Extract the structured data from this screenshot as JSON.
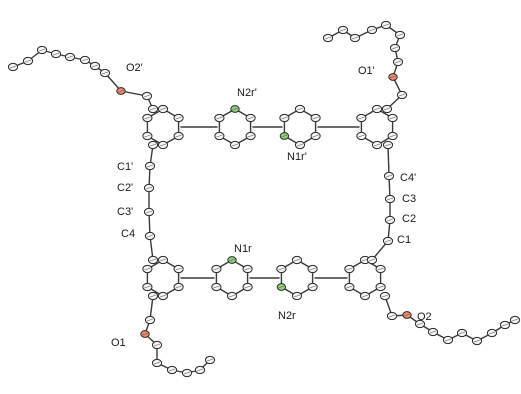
{
  "figure": {
    "colors": {
      "carbon": "#f4f4f4",
      "nitrogen": "#8fd27a",
      "oxygen": "#f08a6a",
      "bond": "#3a3a3a",
      "text": "#1a1a1a"
    },
    "labels": {
      "O2p": "O2'",
      "O1p": "O1'",
      "N2rp": "N2r'",
      "N1rp": "N1r'",
      "C1p": "C1'",
      "C2p": "C2'",
      "C3p": "C3'",
      "C4": "C4",
      "C4p": "C4'",
      "C3": "C3",
      "C2": "C2",
      "C1": "C1",
      "N1r": "N1r",
      "N2r": "N2r",
      "O1": "O1",
      "O2": "O2"
    }
  }
}
